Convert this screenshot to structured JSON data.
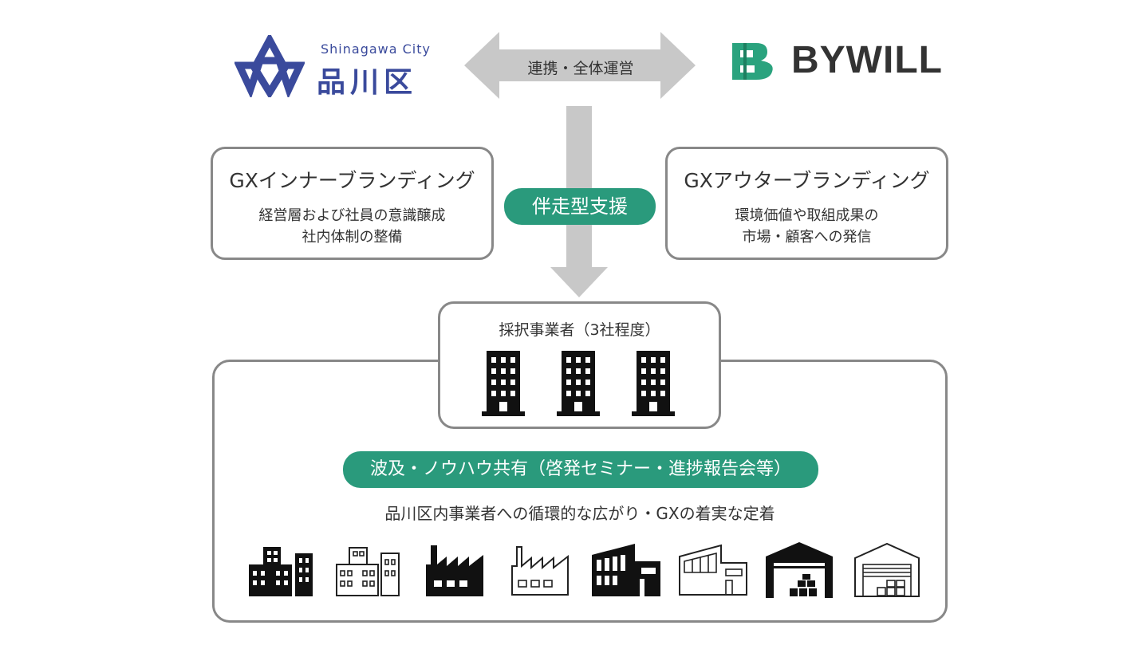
{
  "header": {
    "city_logo": {
      "name_en": "Shinagawa City",
      "name_ja": "品川区",
      "color": "#3a4a9c"
    },
    "partner_logo": {
      "name": "BYWILL",
      "mark_color": "#2aa37e"
    },
    "link_label": "連携・全体運営"
  },
  "support_label": "伴走型支援",
  "inner_branding": {
    "title": "GXインナーブランディング",
    "lines": [
      "経営層および社員の意識醸成",
      "社内体制の整備"
    ]
  },
  "outer_branding": {
    "title": "GXアウターブランディング",
    "lines": [
      "環境価値や取組成果の",
      "市場・顧客への発信"
    ]
  },
  "selected_companies": {
    "title": "採択事業者（3社程度）",
    "building_count": 3
  },
  "spread": {
    "label": "波及・ノウハウ共有（啓発セミナー・進捗報告会等）",
    "description": "品川区内事業者への循環的な広がり・GXの着実な定着",
    "icons": [
      "office-buildings-icon",
      "office-buildings-outline-icon",
      "factory-icon",
      "factory-outline-icon",
      "plant-icon",
      "plant-outline-icon",
      "warehouse-icon",
      "warehouse-outline-icon"
    ]
  },
  "colors": {
    "accent": "#2a9a7c",
    "arrow": "#c8c8c8",
    "border": "#888888",
    "text": "#333333"
  }
}
